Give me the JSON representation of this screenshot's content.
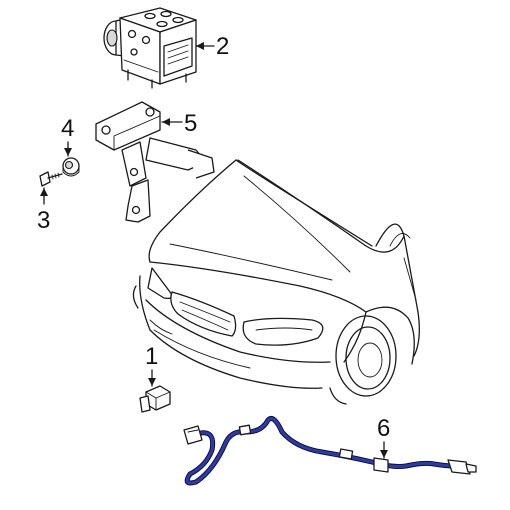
{
  "colors": {
    "line": "#1a1a1a",
    "wire": "#2e3a9e",
    "background": "#ffffff"
  },
  "callouts": [
    {
      "number": "1",
      "part": "wheel-speed-sensor"
    },
    {
      "number": "2",
      "part": "abs-modulator-unit"
    },
    {
      "number": "3",
      "part": "bolt"
    },
    {
      "number": "4",
      "part": "nut"
    },
    {
      "number": "5",
      "part": "mounting-bracket"
    },
    {
      "number": "6",
      "part": "sensor-harness"
    }
  ]
}
